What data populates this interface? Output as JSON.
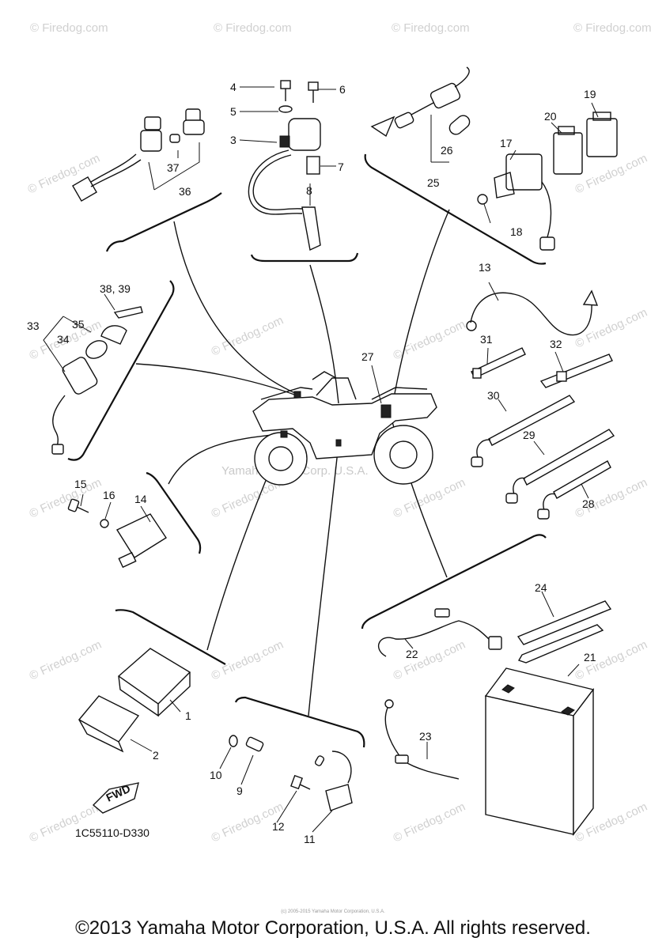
{
  "diagram": {
    "code": "1C55110-D330",
    "fwd_label": "FWD",
    "center_watermark": "Yamaha Motor Corp. U.S.A.",
    "watermark": "© Firedog.com",
    "small_copyright": "(c) 2005-2015 Yamaha Motor Corporation, U.S.A.",
    "copyright": "©2013 Yamaha Motor Corporation, U.S.A. All rights reserved."
  },
  "callouts": [
    "1",
    "2",
    "3",
    "4",
    "5",
    "6",
    "7",
    "8",
    "9",
    "10",
    "11",
    "12",
    "13",
    "14",
    "15",
    "16",
    "17",
    "18",
    "19",
    "20",
    "21",
    "22",
    "23",
    "24",
    "25",
    "26",
    "27",
    "28",
    "29",
    "30",
    "31",
    "32",
    "33",
    "34",
    "35",
    "36",
    "37",
    "38, 39"
  ]
}
